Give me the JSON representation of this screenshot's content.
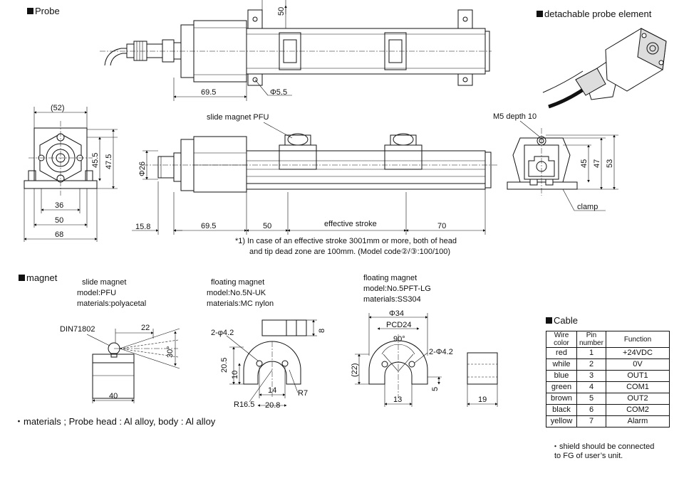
{
  "headings": {
    "probe": "Probe",
    "detachable": "detachable probe element",
    "magnet": "magnet",
    "cable": "Cable"
  },
  "probe_top": {
    "d_69_5": "69.5",
    "d_50": "50",
    "phi55": "Φ5.5"
  },
  "probe_side": {
    "slide_label": "slide magnet PFU",
    "d_phi26": "Φ26",
    "d_15_8": "15.8",
    "d_69_5": "69.5",
    "d_50": "50",
    "effective": "effective stroke",
    "d_70": "70",
    "footnote1": "*1) In case of an effective stroke 3001mm or more, both of head",
    "footnote2": "and tip dead zone are 100mm. (Model code②/③:100/100)"
  },
  "end_view": {
    "d_52": "(52)",
    "d_45_5": "45.5",
    "d_47_5": "47.5",
    "d_36": "36",
    "d_50": "50",
    "d_68": "68"
  },
  "right_view": {
    "m5": "M5 depth 10",
    "d_45": "45",
    "d_47": "47",
    "d_53": "53",
    "clamp": "clamp"
  },
  "magnets": {
    "pfu": {
      "title": "slide magnet",
      "model": "model:PFU",
      "materials": "materials:polyacetal",
      "din": "DIN71802",
      "d22": "22",
      "d30": "30°",
      "d40": "40"
    },
    "uk": {
      "title": "floating magnet",
      "model": "model:No.5N-UK",
      "materials": "materials:MC nylon",
      "d8": "8",
      "hole": "2-φ4.2",
      "d20_5": "20.5",
      "d10": "10",
      "d14": "14",
      "r7": "R7",
      "r16_5": "R16.5",
      "d20_8": "20.8"
    },
    "lg": {
      "title": "floating magnet",
      "model": "model:No.5PFT-LG",
      "materials": "materials:SS304",
      "phi34": "Φ34",
      "pcd": "PCD24",
      "d90": "90°",
      "hole": "2-Φ4.2",
      "d22": "(22)",
      "d5": "5",
      "d13": "13",
      "d19": "19"
    }
  },
  "materials_note": "・materials ; Probe head : Al alloy, body : Al alloy",
  "cable": {
    "headers": [
      "Wire color",
      "Pin number",
      "Function"
    ],
    "rows": [
      [
        "red",
        "1",
        "+24VDC"
      ],
      [
        "while",
        "2",
        "0V"
      ],
      [
        "blue",
        "3",
        "OUT1"
      ],
      [
        "green",
        "4",
        "COM1"
      ],
      [
        "brown",
        "5",
        "OUT2"
      ],
      [
        "black",
        "6",
        "COM2"
      ],
      [
        "yellow",
        "7",
        "Alarm"
      ]
    ],
    "note1": "・shield should be connected",
    "note2": "to FG of user’s unit."
  }
}
